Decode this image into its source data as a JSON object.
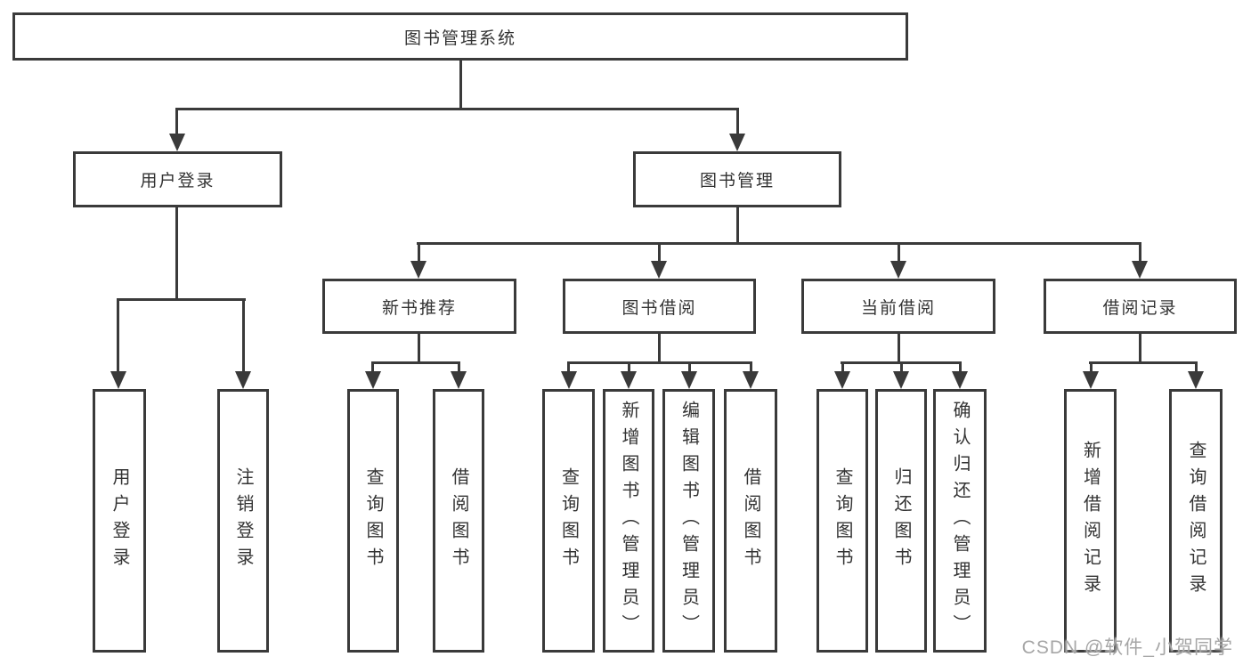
{
  "diagram": {
    "root_label": "图书管理系统",
    "level2": {
      "user_login": "用户登录",
      "book_management": "图书管理"
    },
    "level3": {
      "new_book": "新书推荐",
      "book_borrow": "图书借阅",
      "current_borrow": "当前借阅",
      "borrow_records": "借阅记录"
    },
    "leaves": {
      "user_login": [
        "用户登录",
        "注销登录"
      ],
      "new_book": [
        "查询图书",
        "借阅图书"
      ],
      "book_borrow": [
        "查询图书",
        "新增图书（管理员）",
        "编辑图书（管理员）",
        "借阅图书"
      ],
      "current_borrow": [
        "查询图书",
        "归还图书",
        "确认归还（管理员）"
      ],
      "borrow_records": [
        "新增借阅记录",
        "查询借阅记录"
      ]
    }
  },
  "watermark": "CSDN @软件_小贺同学",
  "colors": {
    "line": "#3a3a3a",
    "text": "#333333",
    "watermark": "#a6a6a6",
    "background": "#ffffff"
  }
}
